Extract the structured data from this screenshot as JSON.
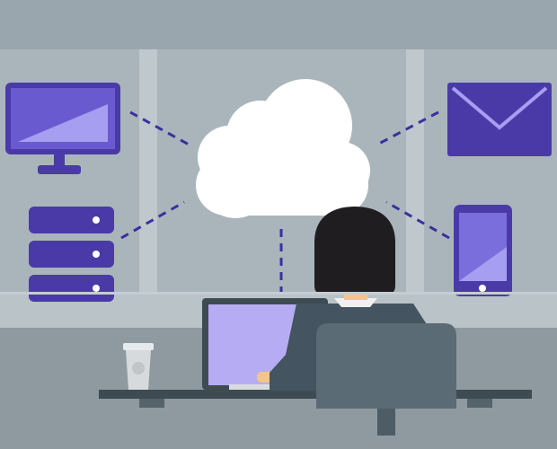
{
  "scene": {
    "description_kind": "illustration",
    "items": {
      "cloud": "cloud",
      "monitor": "desktop-monitor",
      "server": "server-stack",
      "mail": "envelope",
      "phone": "smartphone",
      "laptop": "laptop",
      "person": "person-at-desk",
      "cup": "coffee-cup"
    }
  },
  "colors": {
    "background": "#9aa6ad",
    "wall": "#a9b4bb",
    "wall_light": "#b7c1c7",
    "window_frame": "#c3ccd1",
    "floor": "#8d98a0",
    "purple_dark": "#4a3aa8",
    "purple_mid": "#5d4dc4",
    "purple_light": "#8f84e3",
    "purple_pale": "#b7b0f2",
    "cloud": "#ffffff",
    "hair": "#1f1d20",
    "jacket": "#455560",
    "chair": "#5b6b76",
    "desk": "#4f5d66",
    "skin": "#f3c58b",
    "cup": "#d9dde0"
  }
}
